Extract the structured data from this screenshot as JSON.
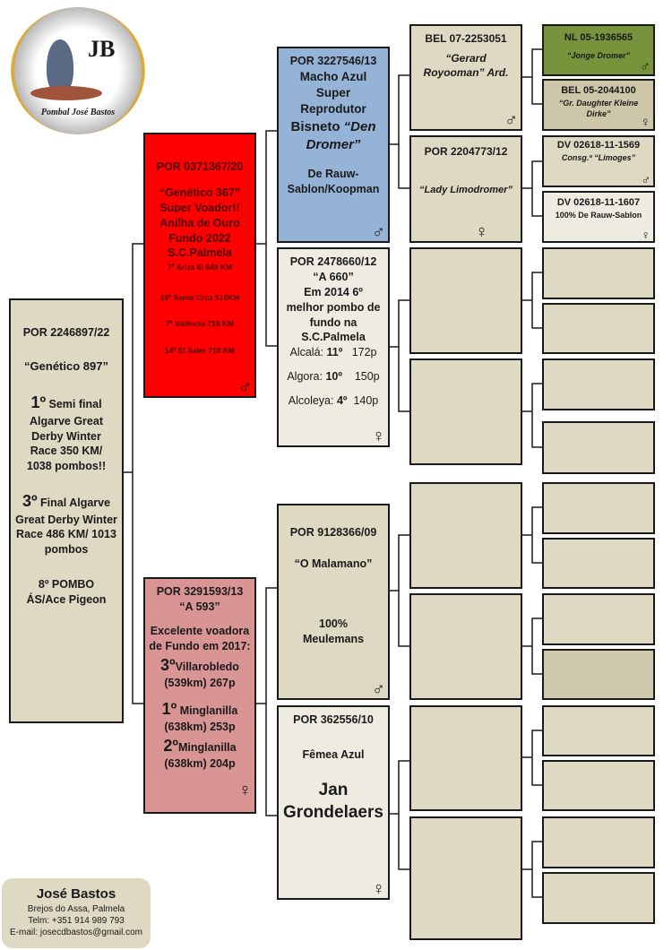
{
  "logo": {
    "initials": "JB",
    "text": "Pombal José Bastos"
  },
  "subject": {
    "ring": "POR 2246897/22",
    "name": "“Genético 897”",
    "r1_place": "1º",
    "r1_text": "Semi final",
    "r1_rest": "Algarve Great Derby Winter Race 350 KM/ 1038 pombos!!",
    "r2_place": "3º",
    "r2_text": "Final Algarve",
    "r2_rest": "Great Derby Winter Race 486 KM/ 1013 pombos",
    "r3": "8º POMBO",
    "r4": "ÁS/Ace Pigeon"
  },
  "sire": {
    "ring": "POR 0371367/20",
    "l1": "“Genético 367”",
    "l2": "Super Voador!!",
    "l3": "Anilha de Ouro",
    "l4": "Fundo 2022",
    "l5": "S.C.Palmela",
    "r1": "7º Ariza III 649 KM",
    "r2": "19º Santa Cruz 510KM",
    "r3": "7º Valência  718 KM",
    "r4": "14º El Saler 719 KM",
    "sex": "♂"
  },
  "dam": {
    "ring": "POR 3291593/13",
    "name": "“A 593”",
    "l1": "Excelente voadora de Fundo em 2017:",
    "r1p": "3º",
    "r1": "Villarobledo",
    "r1b": "(539km) 267p",
    "r2p": "1º",
    "r2": "Minglanilla",
    "r2b": "(638km) 253p",
    "r3p": "2º",
    "r3": "Minglanilla",
    "r3b": "(638km) 204p",
    "sex": "♀"
  },
  "ss": {
    "ring": "POR 3227546/13",
    "l1": "Macho Azul",
    "l2": "Super",
    "l3": "Reprodutor",
    "l4a": "Bisneto ",
    "l4b": "“Den Dromer”",
    "l5": "De Rauw-Sablon/Koopman",
    "sex": "♂"
  },
  "sd": {
    "ring": "POR 2478660/12",
    "name": "“A 660”",
    "l1": "Em 2014 6º",
    "l2": "melhor pombo de",
    "l3": "fundo na",
    "l4": "S.C.Palmela",
    "r1a": "Alcalá: ",
    "r1b": "11º",
    "r1c": "172p",
    "r2a": "Algora: ",
    "r2b": "10º",
    "r2c": "150p",
    "r3a": "Alcoleya: ",
    "r3b": "4º",
    "r3c": "140p",
    "sex": "♀"
  },
  "ds": {
    "ring": "POR 9128366/09",
    "name": "“O Malamano”",
    "l1": "100%",
    "l2": "Meulemans",
    "sex": "♂"
  },
  "dd": {
    "ring": "POR 362556/10",
    "l1": "Fêmea Azul",
    "l2": "Jan",
    "l3": "Grondelaers",
    "sex": "♀"
  },
  "sss": {
    "ring": "BEL 07-2253051",
    "name": "“Gerard Royooman” Ard.",
    "sex": "♂"
  },
  "ssd": {
    "ring": "POR 2204773/12",
    "name": "“Lady Limodromer”",
    "sex": "♀"
  },
  "ssss": {
    "ring": "NL 05-1936565",
    "name": "“Jonge Dromer”",
    "sex": "♂"
  },
  "sssd": {
    "ring": "BEL 05-2044100",
    "name": "“Gr. Daughter Kleine Dirke”",
    "sex": "♀"
  },
  "ssds": {
    "ring": "DV 02618-11-1569",
    "name": "Consg.º “Limoges”",
    "sex": "♂"
  },
  "ssdd": {
    "ring": "DV 02618-11-1607",
    "name": "100% De Rauw-Sablon",
    "sex": "♀"
  },
  "contact": {
    "name": "José Bastos",
    "address": "Brejos do Assa, Palmela",
    "phone": "Telm: +351 914 989 793",
    "email": "E-mail: josecdbastos@gmail.com"
  },
  "colors": {
    "sire": "#ff0000",
    "dam": "#d99594",
    "ss": "#95b3d7",
    "green": "#77933c",
    "tan": "#ddd9c3"
  }
}
